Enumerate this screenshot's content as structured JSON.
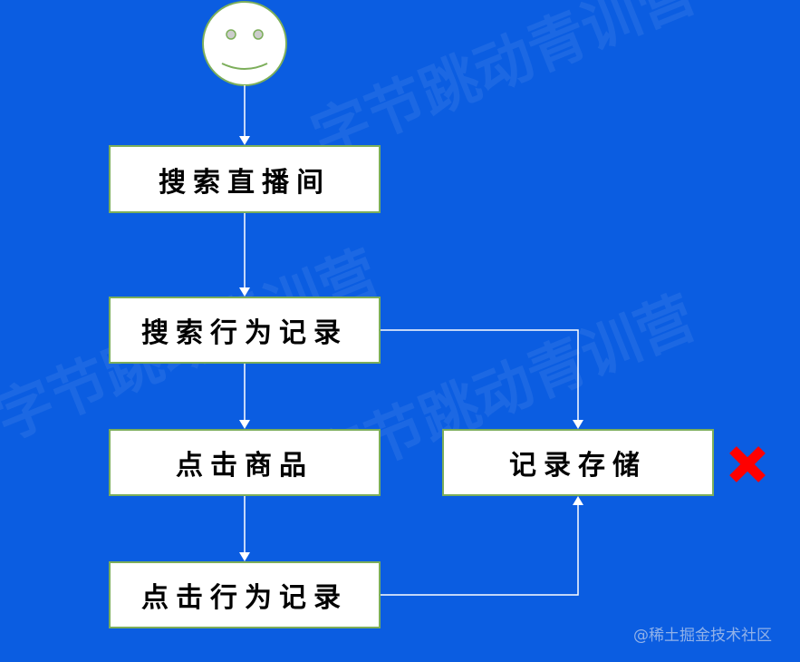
{
  "watermark": "字节跳动青训营",
  "nodes": {
    "start": "smiley-face",
    "search_room": "搜索直播间",
    "search_log": "搜索行为记录",
    "click_item": "点击商品",
    "click_log": "点击行为记录",
    "storage": "记录存储"
  },
  "storage_status": "failed",
  "colors": {
    "background": "#0b5de1",
    "box_border": "#7cae5a",
    "cross": "#ff0000"
  },
  "credit": "@稀土掘金技术社区"
}
